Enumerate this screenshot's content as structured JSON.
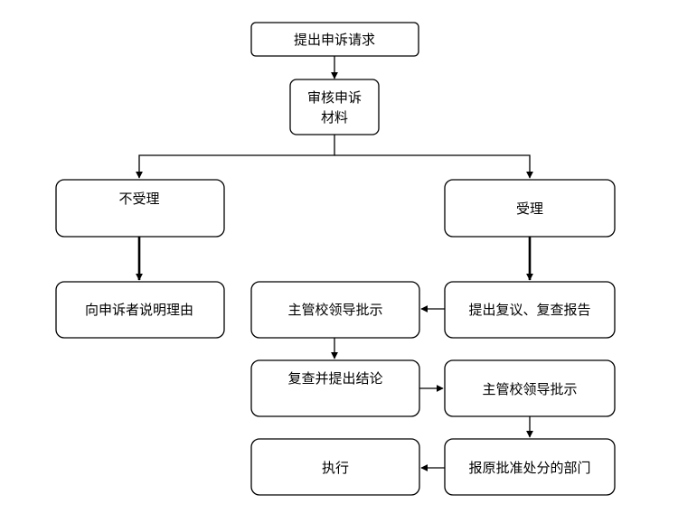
{
  "nodes": {
    "submit_request": "提出申诉请求",
    "review_materials_line1": "审核申诉",
    "review_materials_line2": "材料",
    "not_accepted": "不受理",
    "accepted": "受理",
    "explain_reason": "向申诉者说明理由",
    "reinspection_report": "提出复议、复查报告",
    "supervisor_approval_1": "主管校领导批示",
    "reinspect_conclude": "复查并提出结论",
    "supervisor_approval_2": "主管校领导批示",
    "report_department": "报原批准处分的部门",
    "execute": "执行"
  }
}
